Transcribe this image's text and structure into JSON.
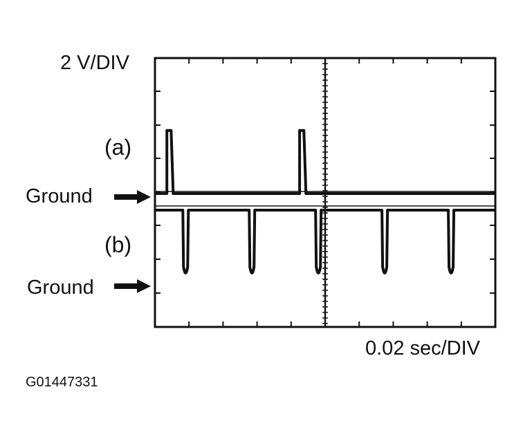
{
  "labels": {
    "volts_per_div": "2 V/DIV",
    "channel_a": "(a)",
    "channel_b": "(b)",
    "ground_a": "Ground",
    "ground_b": "Ground",
    "time_per_div": "0.02 sec/DIV",
    "figure_id": "G01447331"
  },
  "colors": {
    "trace": "#111111",
    "background": "#ffffff"
  },
  "icons": {
    "ground_marker": "right-arrow-icon"
  },
  "chart_data": {
    "type": "line",
    "title": "",
    "xlabel": "0.02 sec/DIV",
    "ylabel": "2 V/DIV",
    "x_unit": "s",
    "y_unit": "V",
    "xlim": [
      0,
      0.2
    ],
    "grid": "center-crosshair",
    "series": [
      {
        "name": "(a)",
        "ground_label": "Ground",
        "pulse_starts": [
          0.007,
          0.085
        ],
        "pulse_width": 0.0025,
        "pulse_height": 3.8
      },
      {
        "name": "(b)",
        "ground_label": "Ground",
        "spike_times": [
          0.018,
          0.057,
          0.096,
          0.135,
          0.174
        ],
        "baseline": 5.0,
        "spike_depth": -4.0
      }
    ]
  }
}
